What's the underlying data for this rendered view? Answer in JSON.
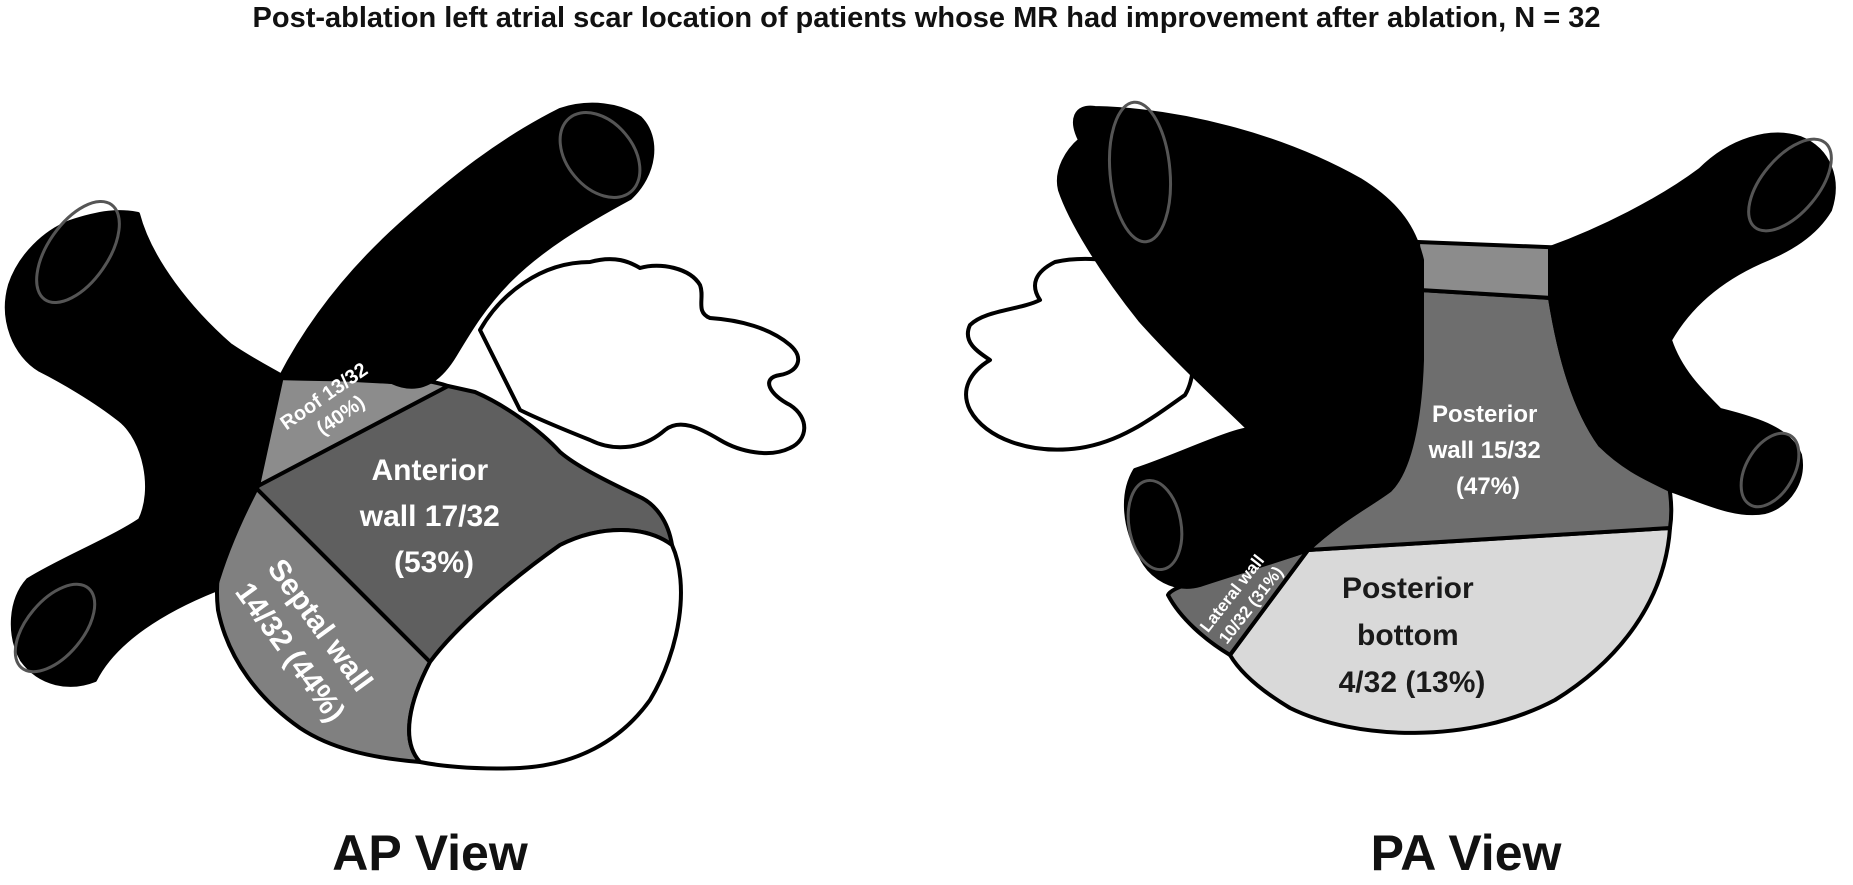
{
  "title": "Post-ablation left atrial scar location of patients whose MR had improvement after ablation, N = 32",
  "colors": {
    "vein": "#000000",
    "roof": "#8c8c8c",
    "anterior_wall": "#5f5f5f",
    "septal_wall": "#808080",
    "posterior_wall": "#6e6e6e",
    "lateral_wall": "#6a6a6a",
    "posterior_bottom": "#d9d9d9",
    "appendage": "#ffffff"
  },
  "ap_view": {
    "label": "AP View",
    "regions": {
      "roof": [
        "Roof 13/32",
        "(40%)"
      ],
      "anterior_wall": [
        "Anterior",
        "wall 17/32",
        "(53%)"
      ],
      "septal_wall": [
        "Septal wall",
        "14/32 (44%)"
      ]
    }
  },
  "pa_view": {
    "label": "PA View",
    "regions": {
      "posterior_wall": [
        "Posterior",
        "wall 15/32",
        "(47%)"
      ],
      "lateral_wall": [
        "Lateral wall",
        "10/32 (31%)"
      ],
      "posterior_bottom": [
        "Posterior",
        "bottom",
        "4/32 (13%)"
      ]
    }
  }
}
